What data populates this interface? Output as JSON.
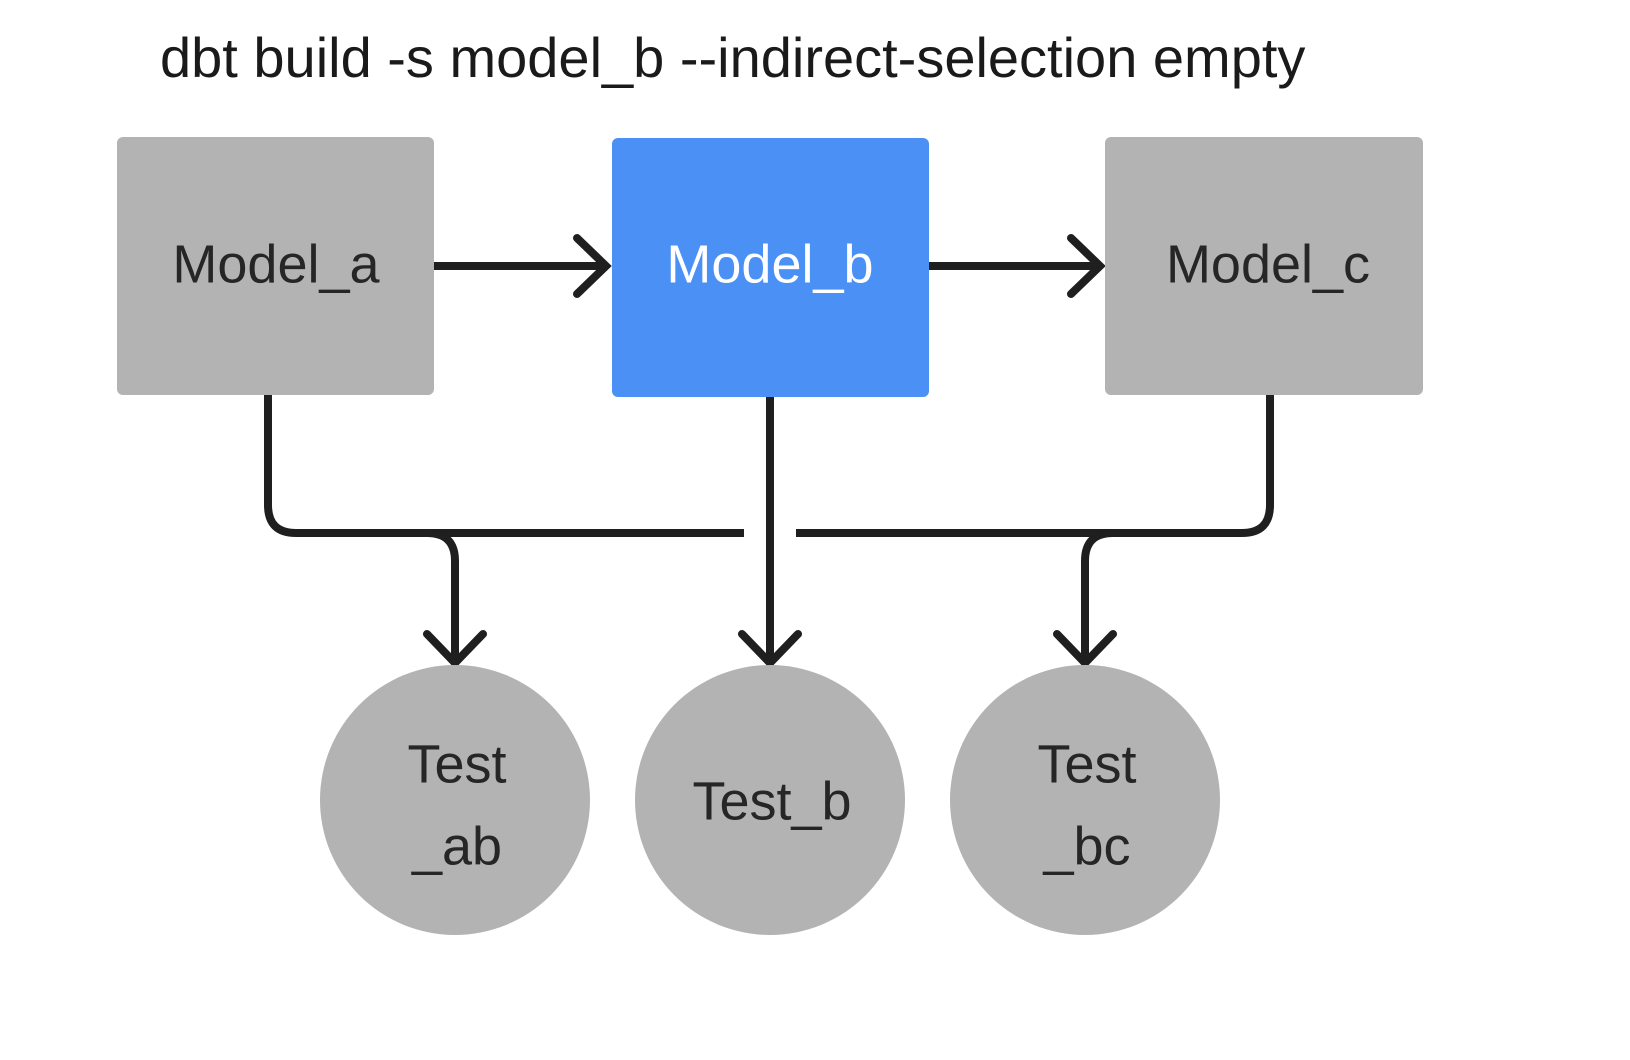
{
  "title": "dbt build -s model_b --indirect-selection empty",
  "colors": {
    "background": "#ffffff",
    "node_default": "#b3b3b3",
    "node_selected": "#4a90f5",
    "edge": "#1f1f1f",
    "text_dark": "#262626",
    "text_light": "#ffffff",
    "title_text": "#1a1a1a"
  },
  "models": [
    {
      "id": "model_a",
      "label": "Model_a",
      "shape": "rect",
      "state": "unselected"
    },
    {
      "id": "model_b",
      "label": "Model_b",
      "shape": "rect",
      "state": "selected"
    },
    {
      "id": "model_c",
      "label": "Model_c",
      "shape": "rect",
      "state": "unselected"
    }
  ],
  "tests": [
    {
      "id": "test_ab",
      "label_line1": "Test",
      "label_line2": "_ab",
      "shape": "circle",
      "state": "unselected"
    },
    {
      "id": "test_b",
      "label_line1": "Test_b",
      "label_line2": "",
      "shape": "circle",
      "state": "unselected"
    },
    {
      "id": "test_bc",
      "label_line1": "Test",
      "label_line2": "_bc",
      "shape": "circle",
      "state": "unselected"
    }
  ],
  "edges": [
    {
      "from": "model_a",
      "to": "model_b"
    },
    {
      "from": "model_b",
      "to": "model_c"
    },
    {
      "from": "model_a",
      "to": "test_ab"
    },
    {
      "from": "model_b",
      "to": "test_ab"
    },
    {
      "from": "model_b",
      "to": "test_b"
    },
    {
      "from": "model_b",
      "to": "test_bc"
    },
    {
      "from": "model_c",
      "to": "test_bc"
    }
  ]
}
